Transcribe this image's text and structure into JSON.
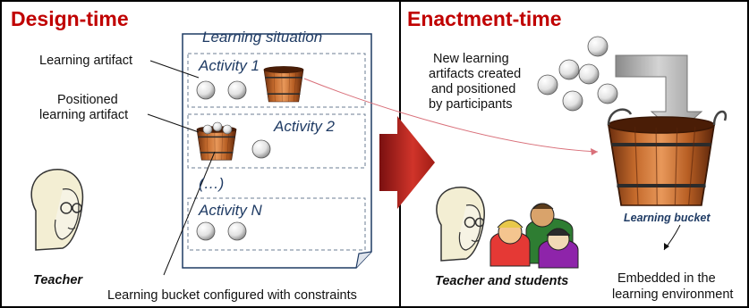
{
  "left_panel": {
    "title": "Design-time",
    "learning_artifact_label": "Learning artifact",
    "positioned_artifact_label_line1": "Positioned",
    "positioned_artifact_label_line2": "learning artifact",
    "teacher_label": "Teacher",
    "bucket_constraints_label": "Learning bucket configured with constraints"
  },
  "situation": {
    "title": "Learning situation",
    "activity1": "Activity 1",
    "activity2": "Activity 2",
    "ellipsis": "(…)",
    "activityN": "Activity N"
  },
  "right_panel": {
    "title": "Enactment-time",
    "new_artifacts_line1": "New learning",
    "new_artifacts_line2": "artifacts created",
    "new_artifacts_line3": "and positioned",
    "new_artifacts_line4": "by participants",
    "bucket_label": "Learning bucket",
    "teacher_students_label": "Teacher and students",
    "embedded_line1": "Embedded  in the",
    "embedded_line2": "learning environment"
  },
  "colors": {
    "title_red": "#c00000",
    "dark_blue": "#1f3b64",
    "arrow_red": "#c0281e"
  }
}
